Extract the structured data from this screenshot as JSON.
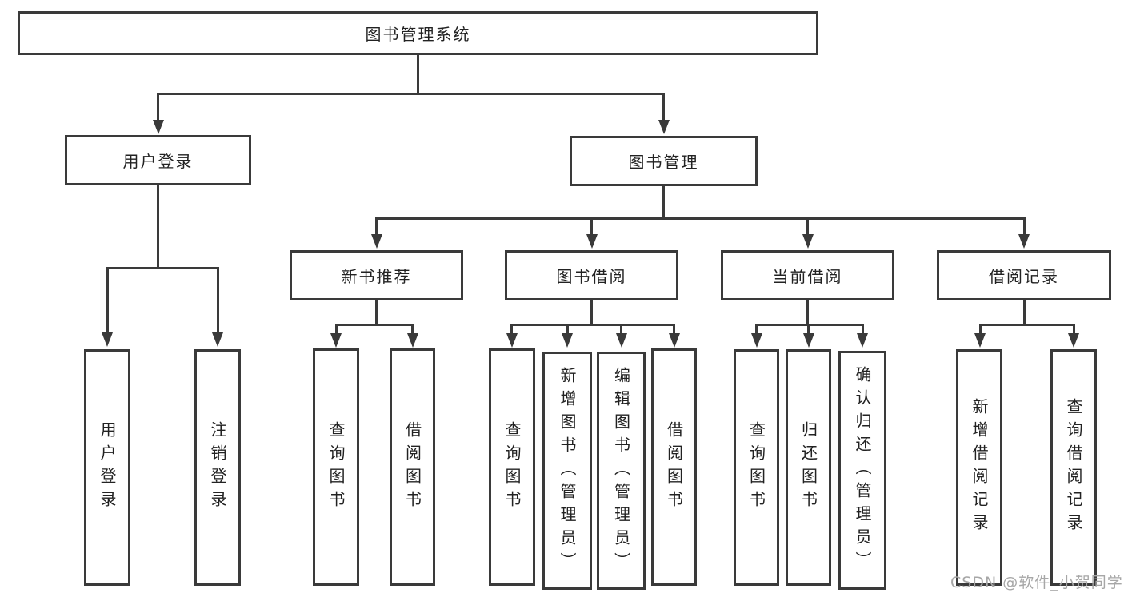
{
  "nodes": {
    "root": "图书管理系统",
    "user_login": "用户登录",
    "book_mgmt": "图书管理",
    "new_book": "新书推荐",
    "book_borrow": "图书借阅",
    "current_borrow": "当前借阅",
    "borrow_record": "借阅记录",
    "ul_login": "用户登录",
    "ul_logout": "注销登录",
    "nb_query": "查询图书",
    "nb_borrow": "借阅图书",
    "bb_query": "查询图书",
    "bb_add": "新增图书（管理员）",
    "bb_edit": "编辑图书（管理员）",
    "bb_borrow": "借阅图书",
    "cb_query": "查询图书",
    "cb_return": "归还图书",
    "cb_confirm": "确认归还（管理员）",
    "br_add": "新增借阅记录",
    "br_query": "查询借阅记录"
  },
  "watermark": "CSDN @软件_小贺同学",
  "colors": {
    "line": "#3a3a3a",
    "text": "#222222",
    "background": "#ffffff",
    "watermark": "#a7a7a7"
  }
}
